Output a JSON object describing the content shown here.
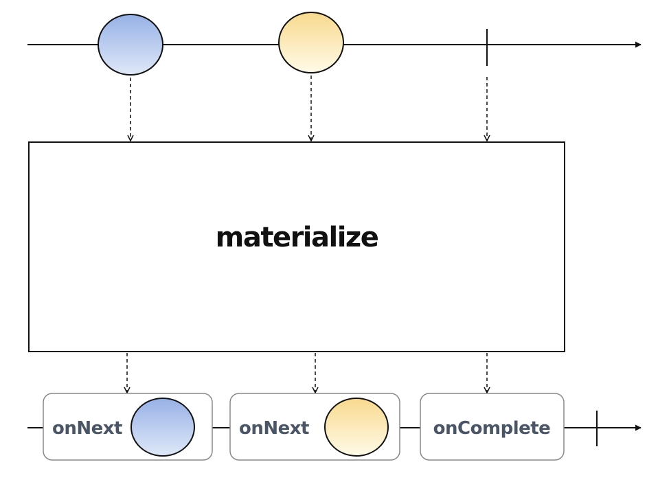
{
  "operator": {
    "label": "materialize"
  },
  "colors": {
    "blue_marble_light": "#dfe8f8",
    "blue_marble_dark": "#97b1e6",
    "yellow_marble_light": "#fffbe8",
    "yellow_marble_dark": "#f8d98e",
    "line": "#111111",
    "notif_border": "#888888",
    "notif_text": "#4a5566"
  },
  "source_stream": {
    "events": [
      {
        "kind": "next",
        "marble": "blue"
      },
      {
        "kind": "next",
        "marble": "yellow"
      },
      {
        "kind": "complete"
      }
    ]
  },
  "output_stream": {
    "notifications": [
      {
        "label": "onNext",
        "marble": "blue"
      },
      {
        "label": "onNext",
        "marble": "yellow"
      },
      {
        "label": "onComplete"
      }
    ],
    "ends_with": "complete"
  }
}
